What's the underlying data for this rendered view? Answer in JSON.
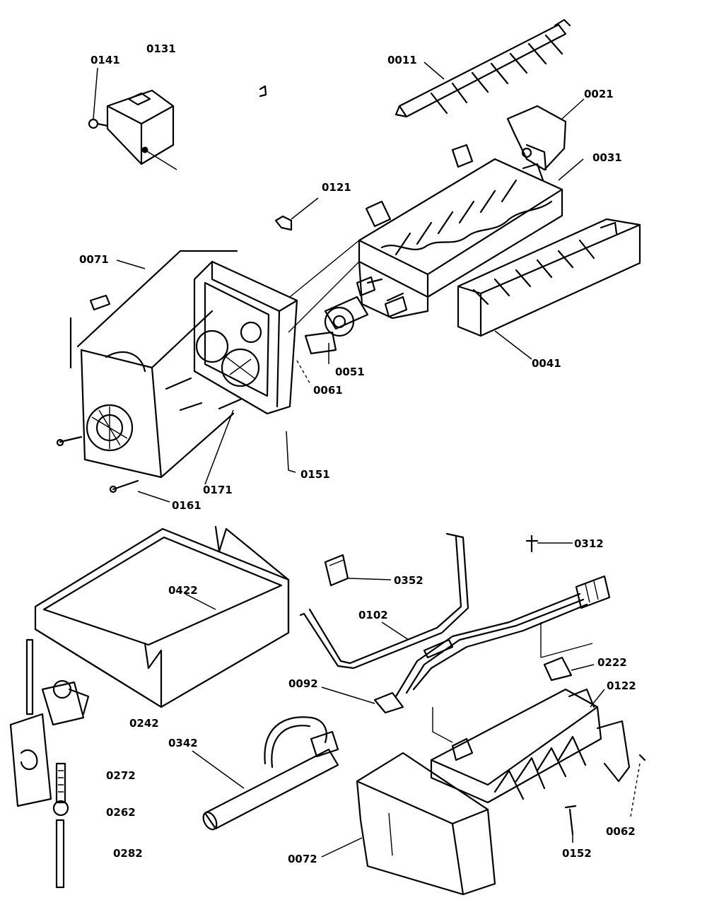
{
  "callouts": {
    "p0141": "0141",
    "p0131": "0131",
    "p0011": "0011",
    "p0021": "0021",
    "p0031": "0031",
    "p0121": "0121",
    "p0071": "0071",
    "p0051": "0051",
    "p0061": "0061",
    "p0041": "0041",
    "p0151": "0151",
    "p0171": "0171",
    "p0161": "0161",
    "p0312": "0312",
    "p0352": "0352",
    "p0422": "0422",
    "p0102": "0102",
    "p0222": "0222",
    "p0092": "0092",
    "p0122": "0122",
    "p0242": "0242",
    "p0342": "0342",
    "p0272": "0272",
    "p0262": "0262",
    "p0282": "0282",
    "p0062": "0062",
    "p0152": "0152",
    "p0072": "0072"
  }
}
